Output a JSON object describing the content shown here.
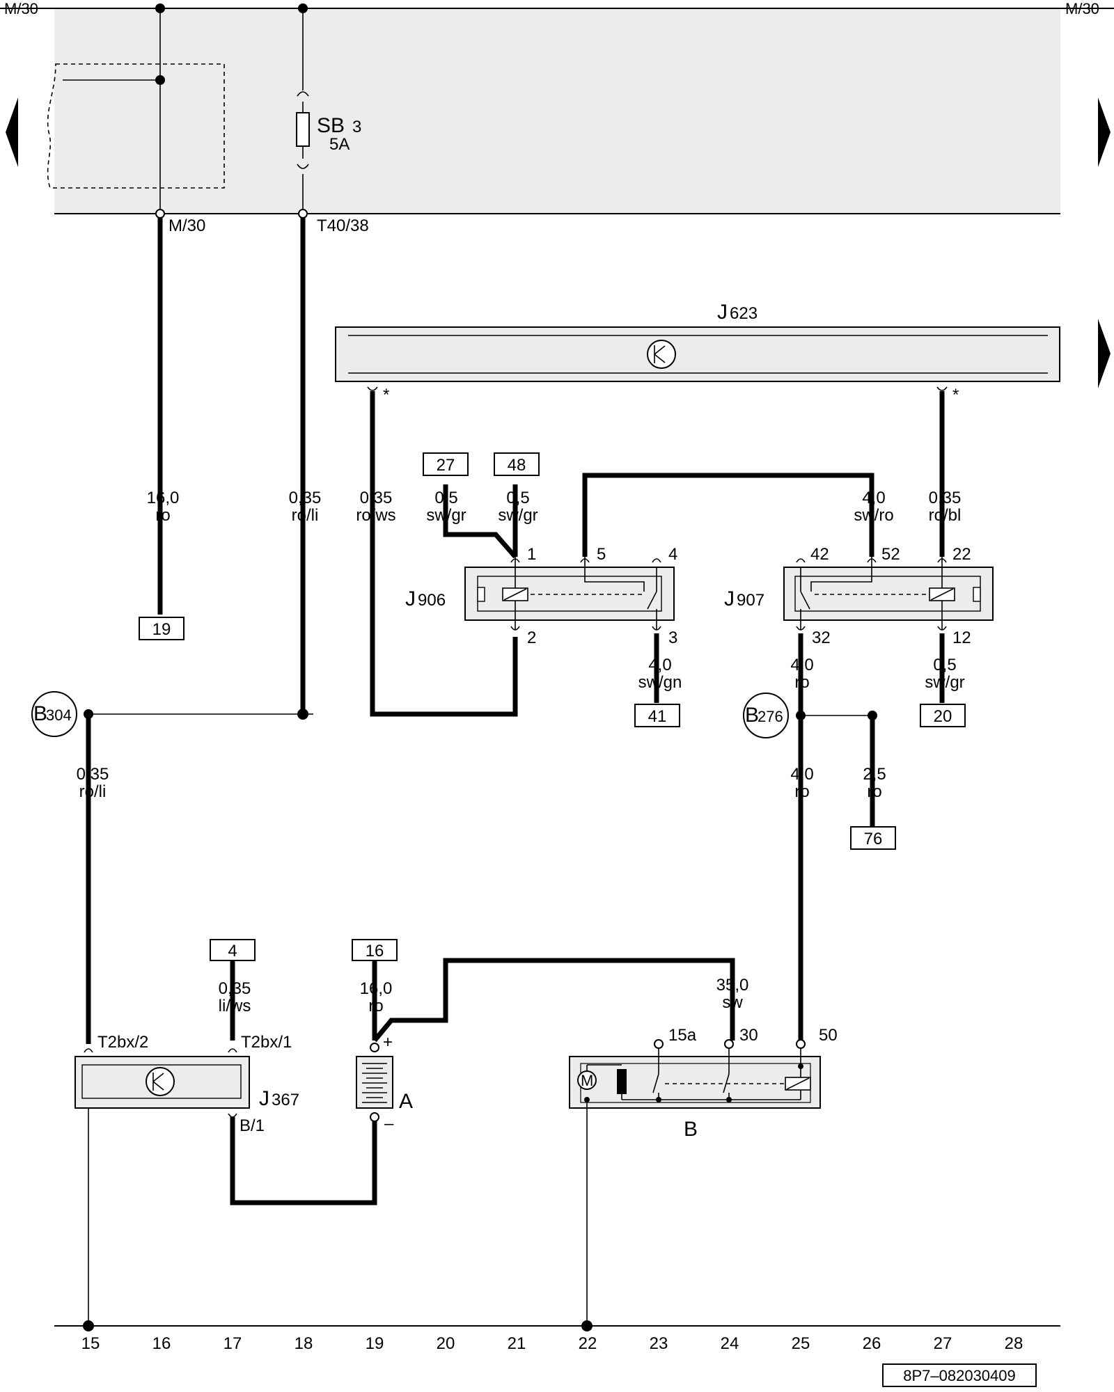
{
  "top_bar": {
    "label_left": "M/30",
    "label_right": "M/30"
  },
  "fuse": {
    "name": "SB",
    "index": "3",
    "rating": "5A"
  },
  "top_terminals": {
    "left": "M/30",
    "right": "T40/38"
  },
  "modules": {
    "j623": {
      "letter": "J",
      "number": "623"
    },
    "j906": {
      "letter": "J",
      "number": "906"
    },
    "j907": {
      "letter": "J",
      "number": "907"
    },
    "j367": {
      "letter": "J",
      "number": "367"
    }
  },
  "wires": {
    "w_m30": {
      "size": "16,0",
      "color": "ro"
    },
    "w_t4038": {
      "size": "0,35",
      "color": "ro/li"
    },
    "w_rows": {
      "size": "0,35",
      "color": "ro/ws"
    },
    "w_27": {
      "size": "0,5",
      "color": "sw/gr"
    },
    "w_48": {
      "size": "0,5",
      "color": "sw/gr"
    },
    "w_swro": {
      "size": "4,0",
      "color": "sw/ro"
    },
    "w_robl": {
      "size": "0,35",
      "color": "ro/bl"
    },
    "w_swgn": {
      "size": "4,0",
      "color": "sw/gn"
    },
    "w_ro32": {
      "size": "4,0",
      "color": "ro"
    },
    "w_swgr12": {
      "size": "0,5",
      "color": "sw/gr"
    },
    "w_b304": {
      "size": "0,35",
      "color": "ro/li"
    },
    "w_ro50": {
      "size": "4,0",
      "color": "ro"
    },
    "w_ro76": {
      "size": "2,5",
      "color": "ro"
    },
    "w_liws": {
      "size": "0,35",
      "color": "li/ws"
    },
    "w_ro16": {
      "size": "16,0",
      "color": "ro"
    },
    "w_sw35": {
      "size": "35,0",
      "color": "sw"
    }
  },
  "asterisk": "*",
  "pins": {
    "j906": [
      "1",
      "5",
      "4",
      "2",
      "3"
    ],
    "j907": [
      "42",
      "52",
      "22",
      "32",
      "12"
    ],
    "starter": [
      "15a",
      "30",
      "50"
    ],
    "j367": [
      "T2bx/2",
      "T2bx/1",
      "B/1"
    ],
    "battery": [
      "+",
      "–"
    ]
  },
  "refs": {
    "r19": "19",
    "r27": "27",
    "r48": "48",
    "r41": "41",
    "r20": "20",
    "r76": "76",
    "r4": "4",
    "r16": "16"
  },
  "splices": {
    "b304": {
      "letter": "B",
      "number": "304"
    },
    "b276": {
      "letter": "B",
      "number": "276"
    }
  },
  "components": {
    "battery": "A",
    "starter": "B",
    "motor": "M"
  },
  "bottom_numbers": [
    "15",
    "16",
    "17",
    "18",
    "19",
    "20",
    "21",
    "22",
    "23",
    "24",
    "25",
    "26",
    "27",
    "28"
  ],
  "diagram_code": "8P7–082030409"
}
